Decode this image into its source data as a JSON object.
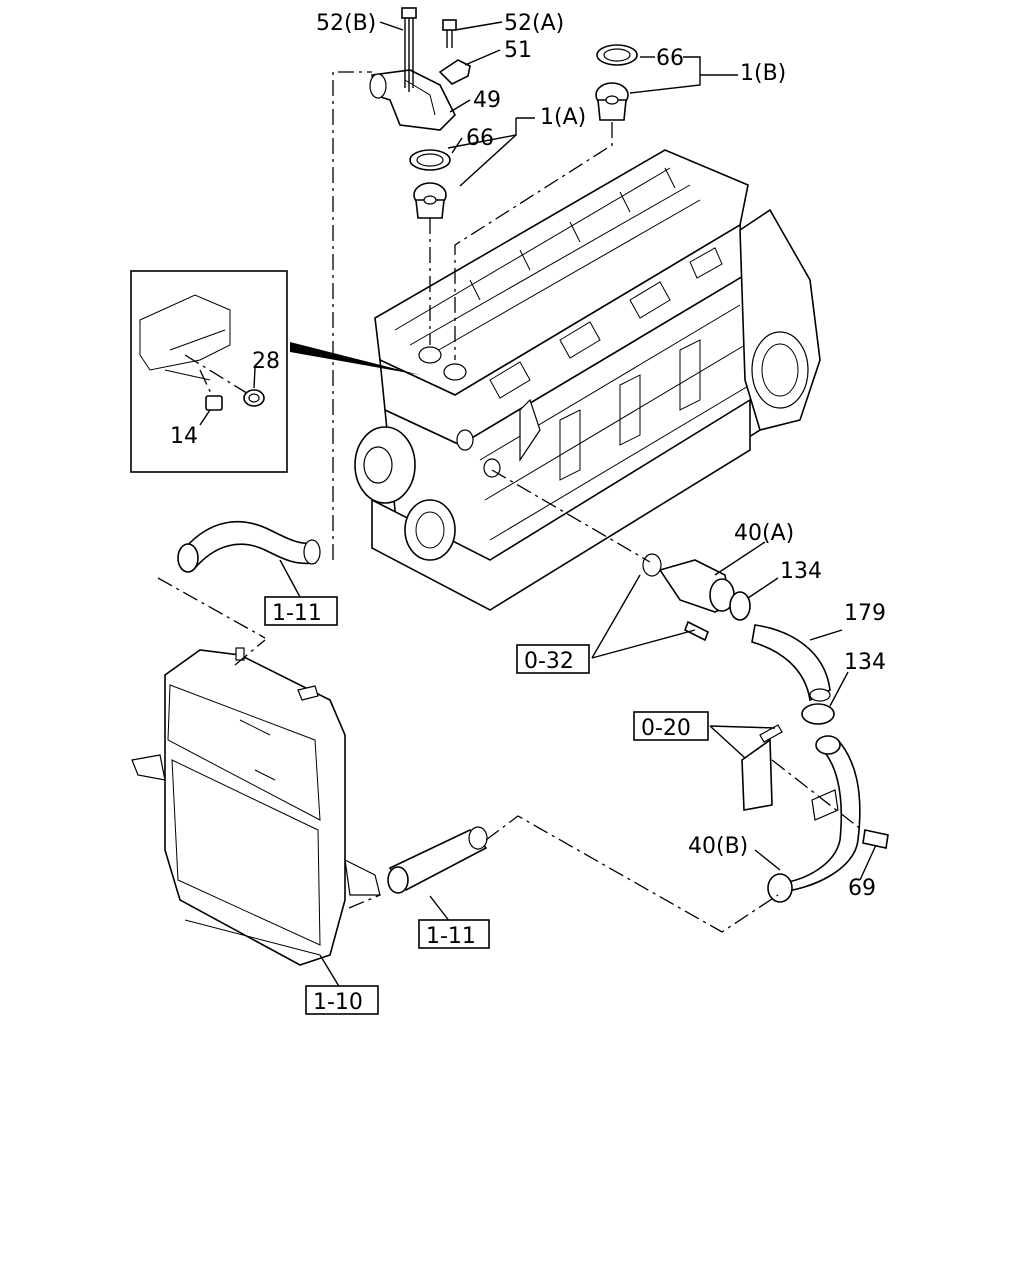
{
  "callouts": {
    "c_52b": "52(B)",
    "c_52a": "52(A)",
    "c_51": "51",
    "c_66_top": "66",
    "c_1b": "1(B)",
    "c_49": "49",
    "c_1a": "1(A)",
    "c_66_mid": "66",
    "c_28": "28",
    "c_14": "14",
    "c_40a": "40(A)",
    "c_134_top": "134",
    "c_179": "179",
    "c_134_bot": "134",
    "c_40b": "40(B)",
    "c_69": "69"
  },
  "references": {
    "ref_1_11_upper": "1-11",
    "ref_0_32": "0-32",
    "ref_0_20": "0-20",
    "ref_1_11_lower": "1-11",
    "ref_1_10": "1-10"
  }
}
